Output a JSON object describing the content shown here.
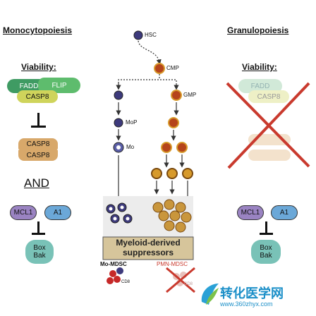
{
  "left": {
    "title": "Monocytopoiesis",
    "viability_label": "Viability:",
    "fadd": "FADD",
    "flip": "FLIP",
    "casp8": "CASP8",
    "casp8_a": "CASP8",
    "casp8_b": "CASP8",
    "and_label": "AND",
    "mcl1": "MCL1",
    "a1": "A1",
    "box": "Box",
    "bak": "Bak"
  },
  "right": {
    "title": "Granulopoiesis",
    "viability_label": "Viability:",
    "fadd": "FADD",
    "casp8": "CASP8",
    "mcl1": "MCL1",
    "a1": "A1",
    "box": "Box",
    "bak": "Bak"
  },
  "center": {
    "hsc": "HSC",
    "cmp": "CMP",
    "gmp": "GMP",
    "mop": "MoP",
    "mo": "Mo",
    "band_line1": "Myeloid-derived",
    "band_line2": "suppressors",
    "mo_mdsc": "Mo-MDSC",
    "pmn_mdsc": "PMN-MDSC",
    "cd8_left": "CD8",
    "cd8_right": "CD8"
  },
  "watermark": {
    "title": "转化医学网",
    "url": "www.360zhyx.com"
  },
  "colors": {
    "mono_cell": "#3d3a7c",
    "gran_cell": "#b5441b",
    "ring_gold": "#d79a2b",
    "fadd_green": "#3f9b63",
    "flip_green": "#5ebc6d",
    "casp8_yellow": "#cfd45b",
    "casp8_orange": "#d8a86a",
    "mcl1_purple": "#9a83c2",
    "a1_blue": "#6ba8d8",
    "bax_teal": "#79c2b7",
    "band": "#d6c59b",
    "cross_red": "#c93a2e"
  }
}
